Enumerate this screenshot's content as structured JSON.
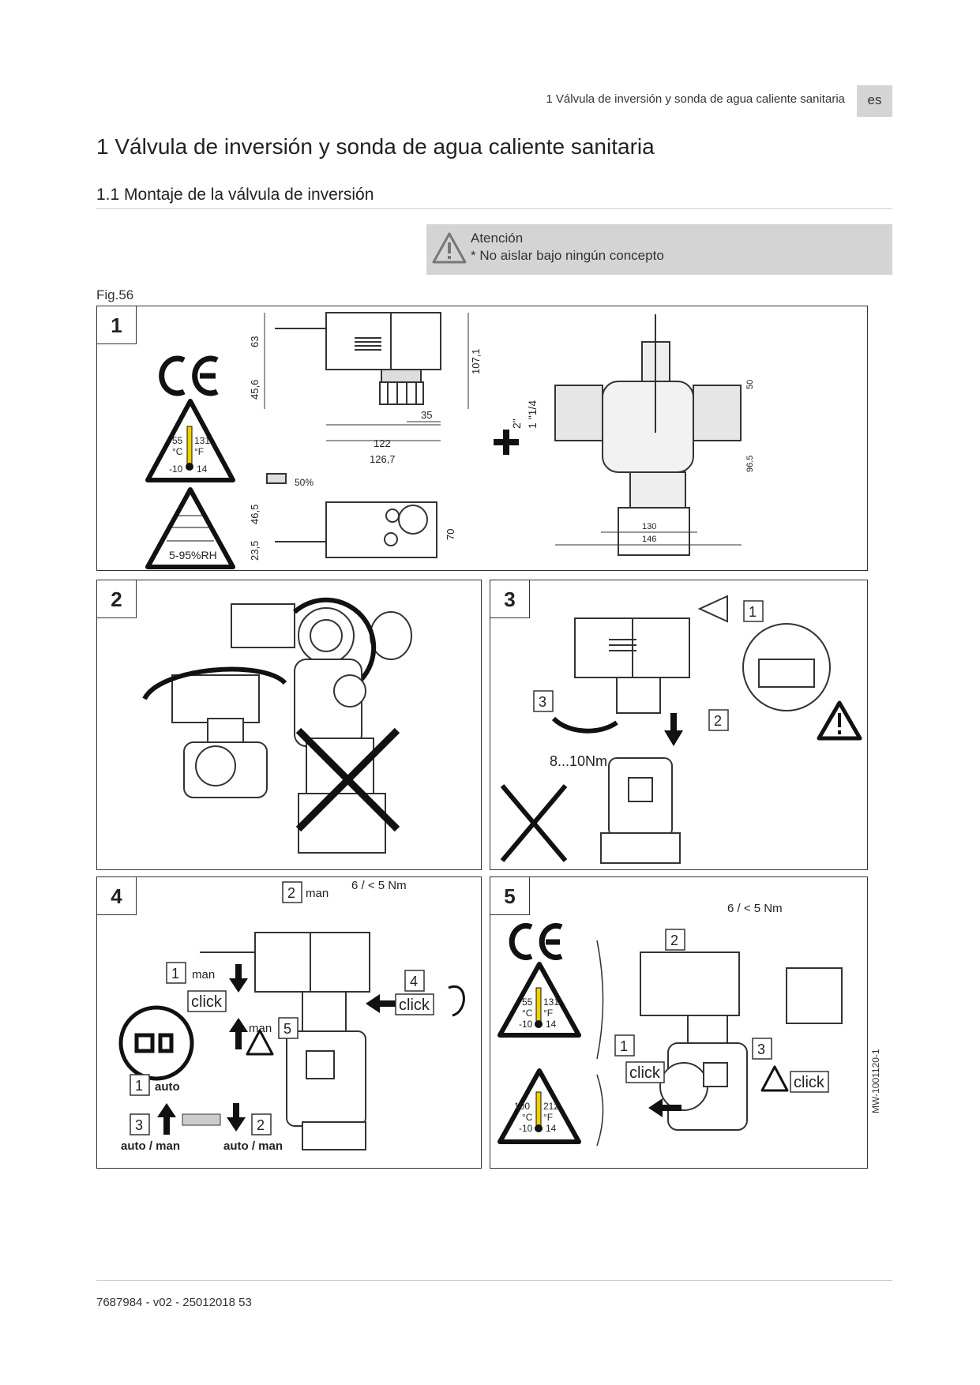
{
  "header": {
    "running_title": "1  Válvula de inversión y sonda de agua caliente sanitaria",
    "lang": "es"
  },
  "chapter_title": "1  Válvula de inversión y sonda de agua caliente sanitaria",
  "section_title": "1.1  Montaje de la válvula de inversión",
  "warning": {
    "title": "Atención",
    "text": "* No aislar bajo ningún concepto"
  },
  "figure_label": "Fig.56",
  "panels": {
    "p1": {
      "number": "1",
      "temp1": {
        "c_max": "55",
        "f_max": "131",
        "c_unit": "°C",
        "f_unit": "°F",
        "c_min": "-10",
        "f_min": "14"
      },
      "humidity": "5-95%RH",
      "dims": {
        "d63": "63",
        "d45_6": "45,6",
        "d107_1": "107,1",
        "d35": "35",
        "d122": "122",
        "d126_7": "126,7",
        "d50pct": "50%",
        "d46_5": "46,5",
        "d23_5": "23,5",
        "d70": "70"
      },
      "valve_dims": {
        "thread1": "2\"",
        "thread2": "1 \"1/4",
        "d50": "50",
        "d96_5": "96.5",
        "d130": "130",
        "d146": "146"
      }
    },
    "p2": {
      "number": "2"
    },
    "p3": {
      "number": "3",
      "torque": "8...10Nm",
      "step1": "1",
      "step2": "2",
      "step3": "3"
    },
    "p4": {
      "number": "4",
      "step2": "2",
      "man": "man",
      "nut": "6 / < 5 Nm",
      "step1": "1",
      "click": "click",
      "step5": "5",
      "step4": "4",
      "auto_step": "1",
      "auto": "auto",
      "step3": "3",
      "automan": "auto / man",
      "step2b": "2"
    },
    "p5": {
      "number": "5",
      "nut": "6 / < 5 Nm",
      "step2": "2",
      "step1": "1",
      "step3": "3",
      "click": "click",
      "temp1": {
        "c_max": "55",
        "f_max": "131",
        "c_unit": "°C",
        "f_unit": "°F",
        "c_min": "-10",
        "f_min": "14"
      },
      "temp2": {
        "c_max": "100",
        "f_max": "212",
        "c_unit": "°C",
        "f_unit": "°F",
        "c_min": "-10",
        "f_min": "14"
      }
    }
  },
  "doc_id": "MW-1001120-1",
  "footer": "7687984 - v02 - 25012018 53"
}
